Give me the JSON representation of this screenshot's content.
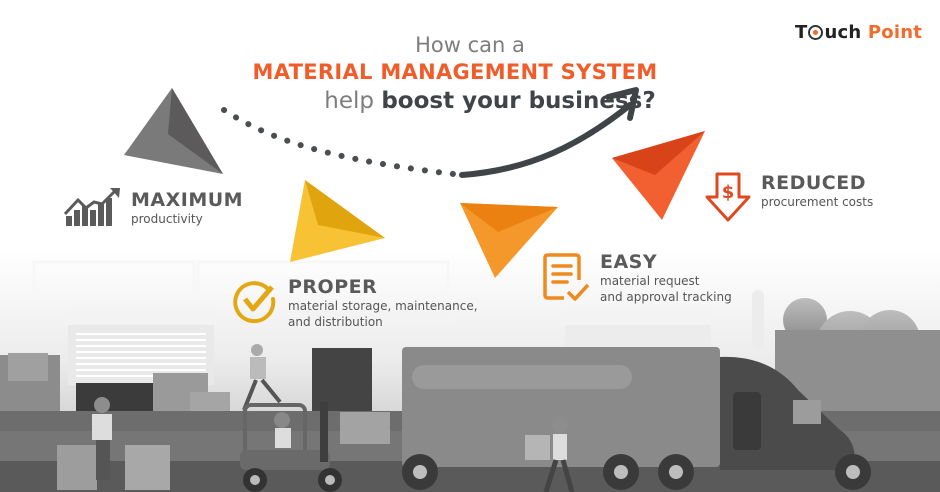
{
  "brand": {
    "logo_part1": "T",
    "logo_part1b": "uch",
    "logo_part2": "Point",
    "accent_color": "#f26a2c"
  },
  "headline": {
    "line1": "How can a",
    "line2": "MATERIAL MANAGEMENT SYSTEM",
    "line3_prefix": "help ",
    "line3_bold": "boost your business?"
  },
  "benefits": [
    {
      "icon": "growth-chart-icon",
      "title": "MAXIMUM",
      "desc_lines": [
        "productivity"
      ],
      "color": "#5b5b5b"
    },
    {
      "icon": "checkmark-circle-icon",
      "title": "PROPER",
      "desc_lines": [
        "material storage, maintenance,",
        "and distribution"
      ],
      "color": "#e3a712"
    },
    {
      "icon": "document-check-icon",
      "title": "EASY",
      "desc_lines": [
        "material request",
        "and approval tracking"
      ],
      "color": "#ee8a1f"
    },
    {
      "icon": "dollar-down-arrow-icon",
      "title": "REDUCED",
      "desc_lines": [
        "procurement costs"
      ],
      "color": "#e0481f"
    }
  ],
  "icon_glyphs": {
    "dollar": "$"
  }
}
